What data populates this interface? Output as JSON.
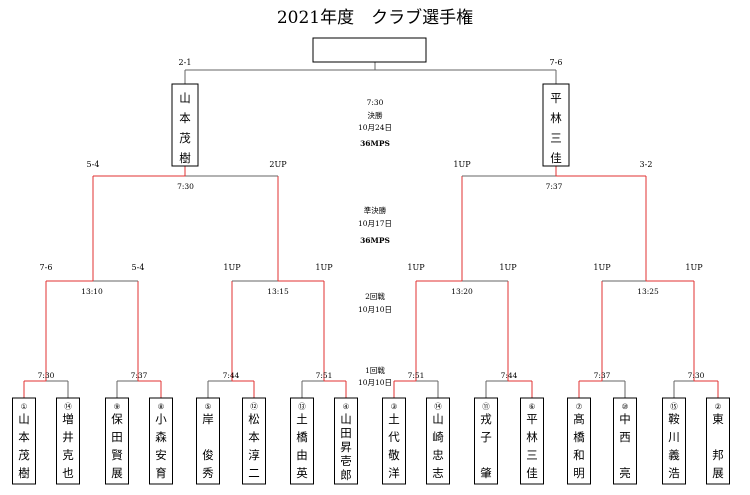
{
  "title": "2021年度　クラブ選手権",
  "rounds": {
    "final": {
      "time": "7:30",
      "name": "決勝",
      "date": "10月24日",
      "format": "36MPS"
    },
    "semi": {
      "name": "準決勝",
      "date": "10月17日",
      "format": "36MPS"
    },
    "r2": {
      "name": "2回戦",
      "date": "10月10日"
    },
    "r1": {
      "name": "1回戦",
      "date": "10月10日"
    }
  },
  "players": [
    {
      "seed": "①",
      "name": [
        "山",
        "本",
        "茂",
        "樹"
      ]
    },
    {
      "seed": "⑭",
      "name": [
        "増",
        "井",
        "克",
        "也"
      ]
    },
    {
      "seed": "⑨",
      "name": [
        "保",
        "田",
        "賢",
        "展"
      ]
    },
    {
      "seed": "⑧",
      "name": [
        "小",
        "森",
        "安",
        "育"
      ]
    },
    {
      "seed": "⑤",
      "name": [
        "岸",
        "",
        "俊",
        "秀"
      ]
    },
    {
      "seed": "⑫",
      "name": [
        "松",
        "本",
        "淳",
        "二"
      ]
    },
    {
      "seed": "⑬",
      "name": [
        "土",
        "橋",
        "由",
        "英"
      ]
    },
    {
      "seed": "④",
      "name": [
        "山",
        "田",
        "昇",
        "壱",
        "郎"
      ]
    },
    {
      "seed": "③",
      "name": [
        "土",
        "代",
        "敬",
        "洋"
      ]
    },
    {
      "seed": "⑭",
      "name": [
        "山",
        "崎",
        "忠",
        "志"
      ]
    },
    {
      "seed": "⑪",
      "name": [
        "戎",
        "子",
        "",
        "肇"
      ]
    },
    {
      "seed": "⑥",
      "name": [
        "平",
        "林",
        "三",
        "佳"
      ]
    },
    {
      "seed": "⑦",
      "name": [
        "髙",
        "橋",
        "和",
        "明"
      ]
    },
    {
      "seed": "⑩",
      "name": [
        "中",
        "西",
        "",
        "亮"
      ]
    },
    {
      "seed": "⑮",
      "name": [
        "鞍",
        "川",
        "義",
        "浩"
      ]
    },
    {
      "seed": "②",
      "name": [
        "東",
        "",
        "邦",
        "展"
      ]
    }
  ],
  "r1_times": [
    "7:30",
    "7:37",
    "7:44",
    "7:51",
    "7:51",
    "7:44",
    "7:37",
    "7:30"
  ],
  "r2_times": [
    "13:10",
    "13:15",
    "13:20",
    "13:25"
  ],
  "r2_scores": [
    [
      "7-6",
      "5-4"
    ],
    [
      "1UP",
      "1UP"
    ],
    [
      "1UP",
      "1UP"
    ],
    [
      "1UP",
      "1UP"
    ]
  ],
  "semi_times": [
    "7:30",
    "7:37"
  ],
  "semi_scores": [
    [
      "5-4",
      "2UP"
    ],
    [
      "1UP",
      "3-2"
    ]
  ],
  "finalists": [
    {
      "name": [
        "山",
        "本",
        "茂",
        "樹"
      ]
    },
    {
      "name": [
        "平",
        "林",
        "三",
        "佳"
      ]
    }
  ],
  "final_scores": [
    "2-1",
    "7-6"
  ],
  "champion": "",
  "colors": {
    "win_line": "#e03030",
    "line": "#666666",
    "box": "#000000"
  }
}
